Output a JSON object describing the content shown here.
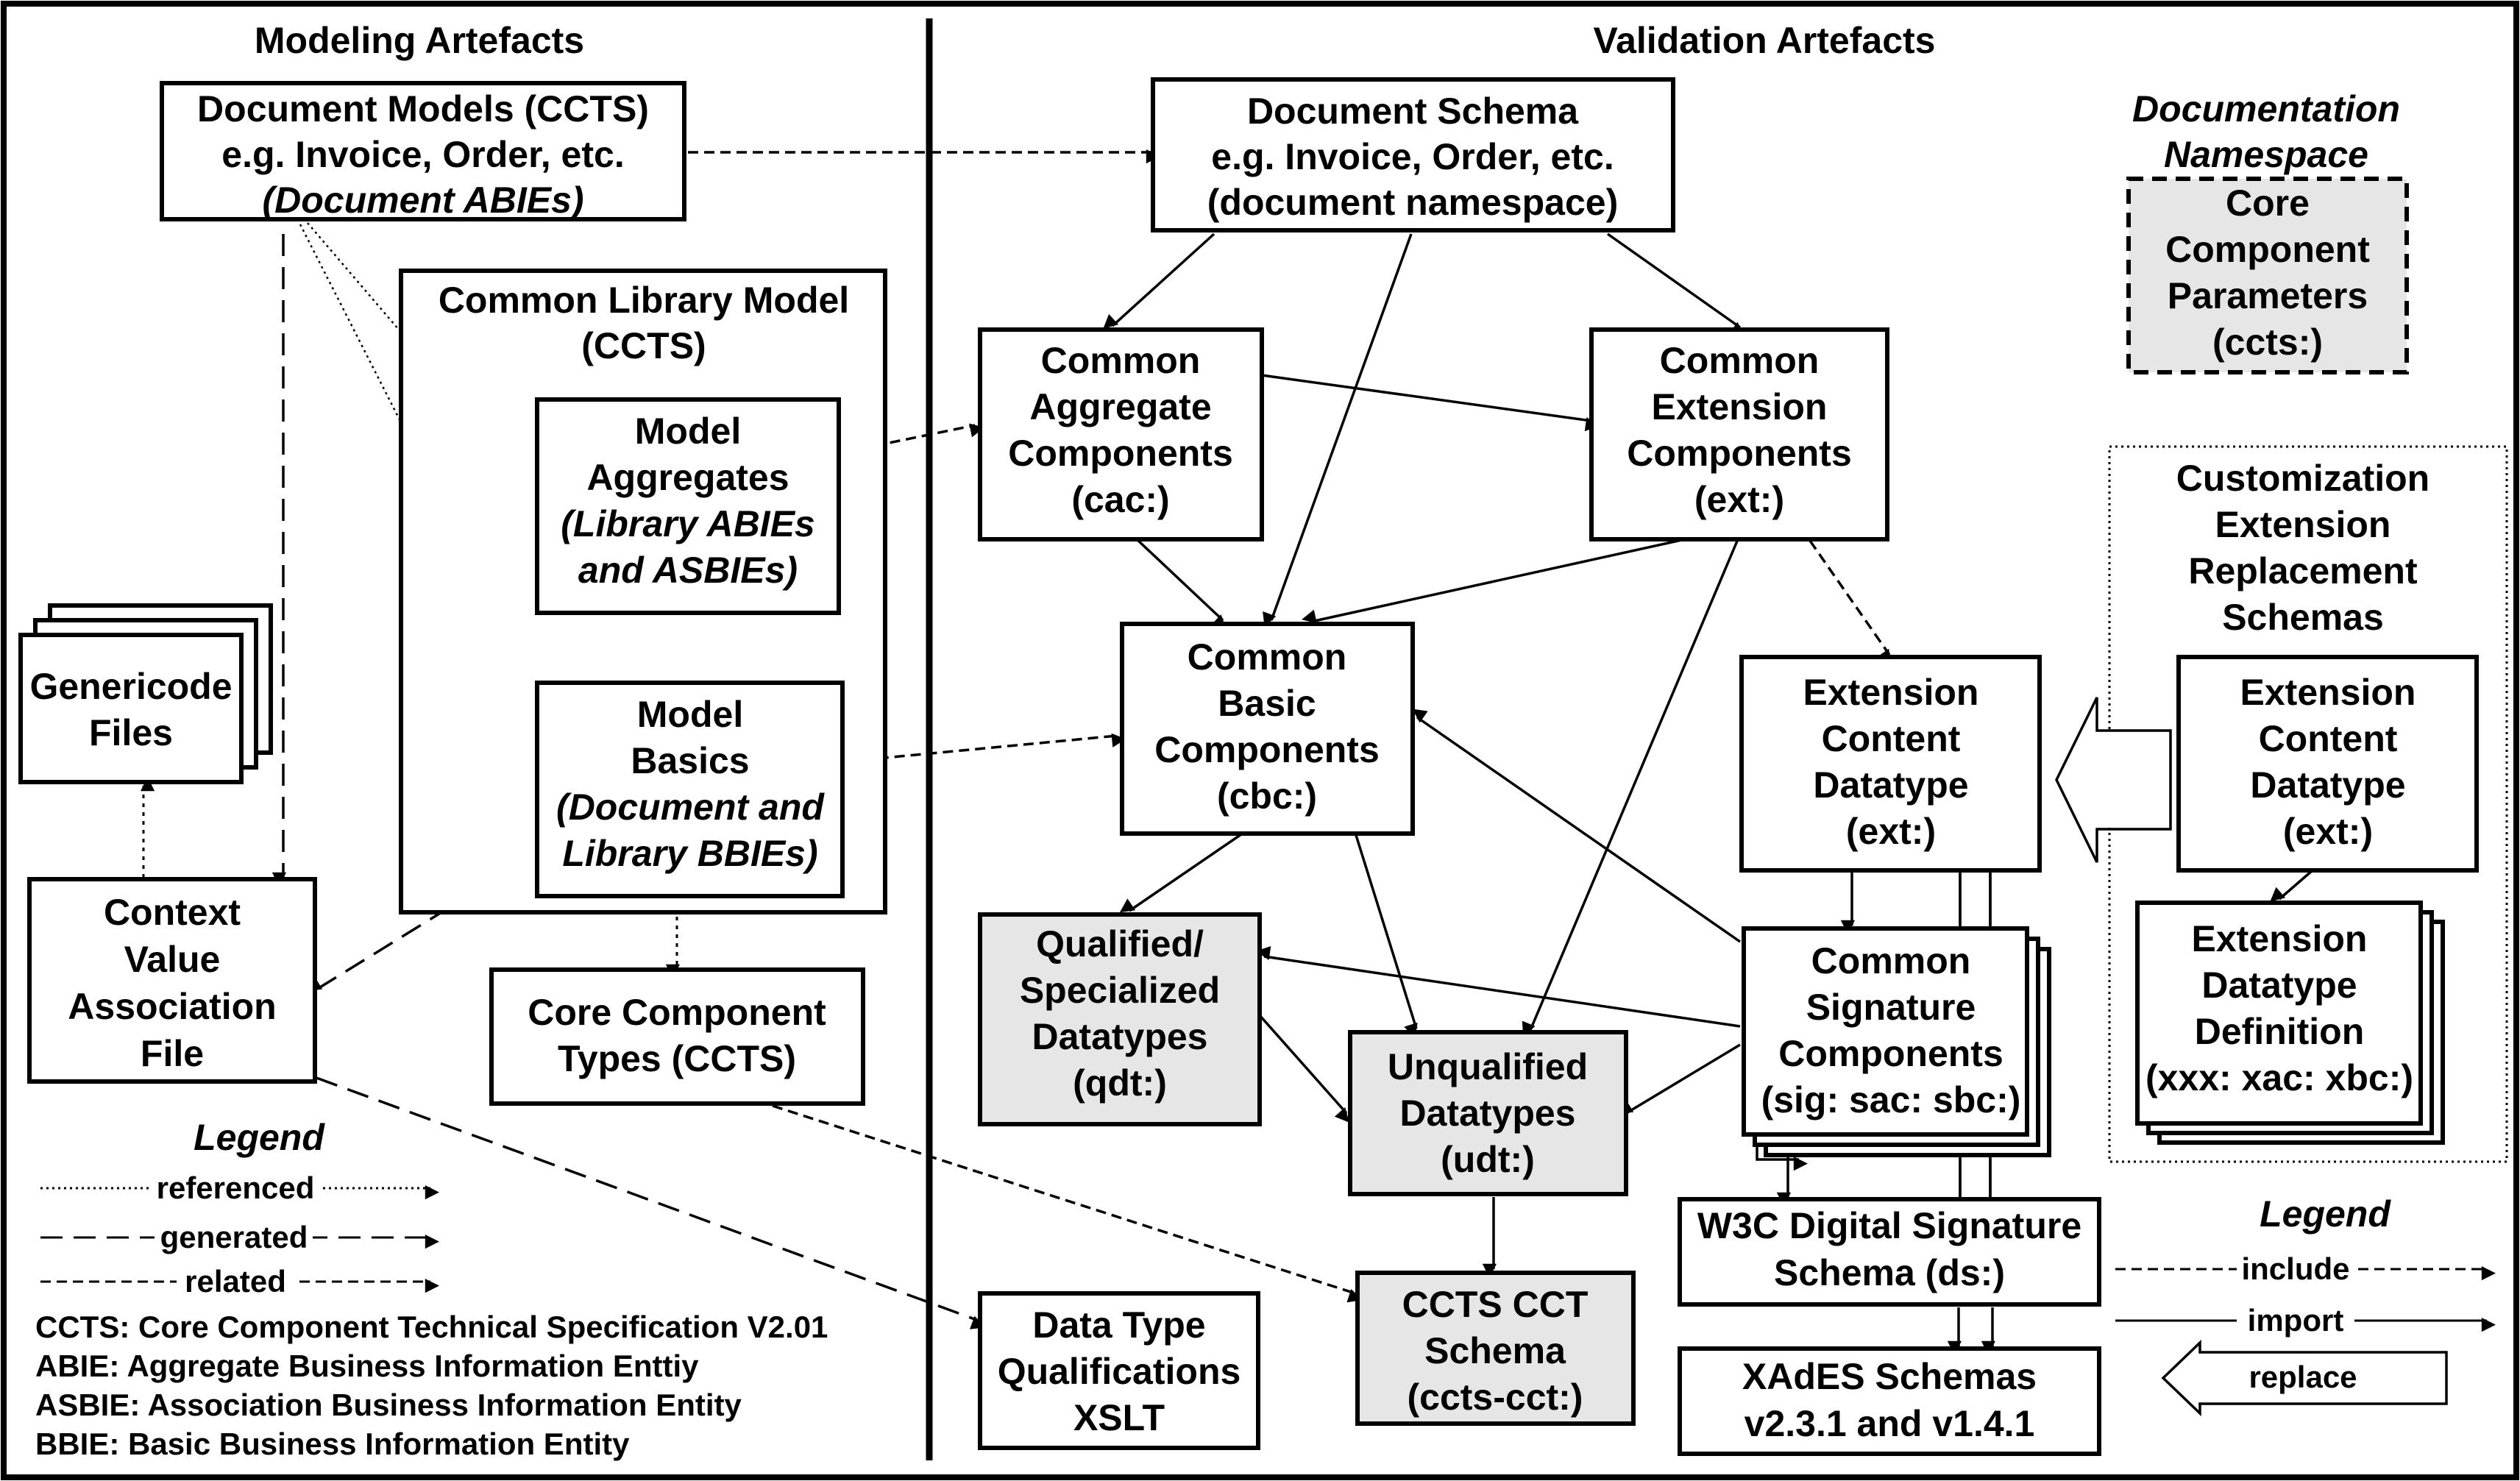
{
  "sections": {
    "modeling": "Modeling Artefacts",
    "validation": "Validation Artefacts"
  },
  "boxes": {
    "document_models": [
      "Document Models (CCTS)",
      "e.g. Invoice, Order, etc.",
      "(Document ABIEs)"
    ],
    "common_library_model": [
      "Common Library Model",
      "(CCTS)"
    ],
    "model_aggregates": [
      "Model",
      "Aggregates",
      "(Library ABIEs",
      "and ASBIEs)"
    ],
    "model_basics": [
      "Model",
      "Basics",
      "(Document and",
      "Library BBIEs)"
    ],
    "genericode_files": [
      "Genericode",
      "Files"
    ],
    "context_value_association": [
      "Context",
      "Value",
      "Association",
      "File"
    ],
    "core_component_types": [
      "Core Component",
      "Types (CCTS)"
    ],
    "document_schema": [
      "Document Schema",
      "e.g. Invoice, Order, etc.",
      "(document namespace)"
    ],
    "documentation_namespace": [
      "Documentation",
      "Namespace"
    ],
    "core_component_parameters": [
      "Core",
      "Component",
      "Parameters",
      "(ccts:)"
    ],
    "common_aggregate_components": [
      "Common",
      "Aggregate",
      "Components",
      "(cac:)"
    ],
    "common_extension_components": [
      "Common",
      "Extension",
      "Components",
      "(ext:)"
    ],
    "customization_group": [
      "Customization",
      "Extension",
      "Replacement",
      "Schemas"
    ],
    "common_basic_components": [
      "Common",
      "Basic",
      "Components",
      "(cbc:)"
    ],
    "extension_content_datatype": [
      "Extension",
      "Content",
      "Datatype",
      "(ext:)"
    ],
    "extension_content_datatype_replacement": [
      "Extension",
      "Content",
      "Datatype",
      "(ext:)"
    ],
    "extension_datatype_definition": [
      "Extension",
      "Datatype",
      "Definition",
      "(xxx: xac: xbc:)"
    ],
    "qualified_datatypes": [
      "Qualified/",
      "Specialized",
      "Datatypes",
      "(qdt:)"
    ],
    "unqualified_datatypes": [
      "Unqualified",
      "Datatypes",
      "(udt:)"
    ],
    "common_signature_components": [
      "Common",
      "Signature",
      "Components",
      "(sig: sac: sbc:)"
    ],
    "w3c_digital_signature": [
      "W3C Digital Signature",
      "Schema (ds:)"
    ],
    "ccts_cct_schema": [
      "CCTS CCT",
      "Schema",
      "(ccts-cct:)"
    ],
    "data_type_qualifications": [
      "Data Type",
      "Qualifications",
      "XSLT"
    ],
    "xades_schemas": [
      "XAdES Schemas",
      "v2.3.1 and v1.4.1"
    ]
  },
  "legend_left": {
    "title": "Legend",
    "items": [
      "referenced",
      "generated",
      "related"
    ]
  },
  "legend_right": {
    "title": "Legend",
    "items": [
      "include",
      "import",
      "replace"
    ]
  },
  "abbreviations": [
    "CCTS: Core Component Technical Specification V2.01",
    "ABIE: Aggregate Business Information Enttiy",
    "ASBIE: Association Business Information Entity",
    "BBIE: Basic Business Information Entity"
  ],
  "colors": {
    "border": "#000000",
    "shaded_fill": "#e6e6e6",
    "background": "#ffffff"
  }
}
